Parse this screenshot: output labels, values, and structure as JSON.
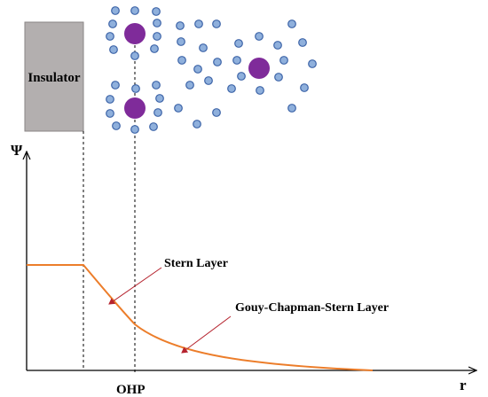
{
  "labels": {
    "insulator": "Insulator",
    "psi_axis": "Ψ",
    "r_axis": "r",
    "stern_layer": "Stern Layer",
    "gcs_layer": "Gouy-Chapman-Stern Layer",
    "ohp": "OHP"
  },
  "colors": {
    "insulator_fill": "#b3afaf",
    "insulator_stroke": "#8a8686",
    "small_ion_fill": "#8fb0dc",
    "small_ion_stroke": "#3d64a8",
    "large_ion_fill": "#7f2b9a",
    "potential_curve": "#ec7d2a",
    "pointer_arrow": "#b5232e",
    "axis": "#000000"
  },
  "icons": {
    "small_ion": "small-ion-circle",
    "large_ion": "large-ion-circle"
  }
}
